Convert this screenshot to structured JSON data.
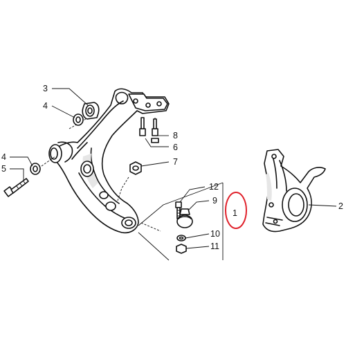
{
  "callouts": {
    "c1": "1",
    "c2": "2",
    "c3": "3",
    "c4a": "4",
    "c4b": "4",
    "c5": "5",
    "c6": "6",
    "c7": "7",
    "c8": "8",
    "c9": "9",
    "c10": "10",
    "c11": "11",
    "c12": "12"
  },
  "colors": {
    "ink": "#111111",
    "highlight": "#e0202a"
  }
}
